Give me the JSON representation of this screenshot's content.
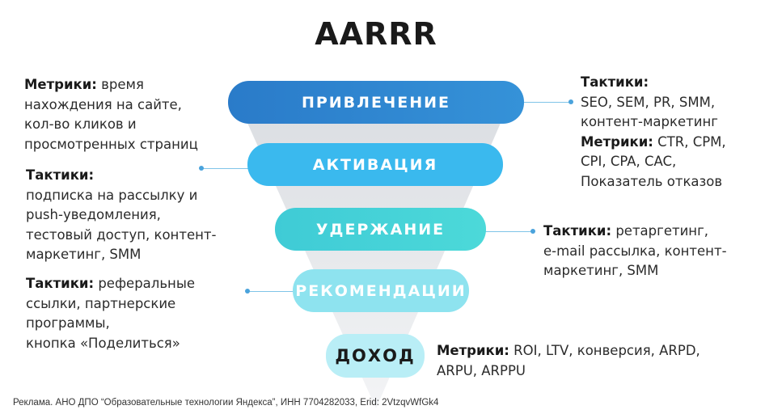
{
  "title": "AARRR",
  "stages": [
    {
      "label": "ПРИВЛЕЧЕНИЕ",
      "color": "#2f86d2"
    },
    {
      "label": "АКТИВАЦИЯ",
      "color": "#3ab9ee"
    },
    {
      "label": "УДЕРЖАНИЕ",
      "color": "#44d3d8"
    },
    {
      "label": "РЕКОМЕНДАЦИИ",
      "color": "#8ee3ef"
    },
    {
      "label": "ДОХОД",
      "color": "#b9eef6"
    }
  ],
  "notes": {
    "acquisition_metrics": {
      "key": "Метрики:",
      "text": " время\nнахождения на сайте,\nкол-во кликов и\nпросмотренных страниц"
    },
    "acquisition_tactics": {
      "key": "Тактики:",
      "text": "\nSEO, SEM, PR, SMM,\nконтент-маркетинг",
      "key2": "Метрики:",
      "text2": " CTR, CPM,\nCPI, CPA, CAC,\nПоказатель отказов"
    },
    "activation_tactics": {
      "key": "Тактики:",
      "text": "\nподписка на рассылку и\npush-уведомления,\nтестовый доступ, контент-\nмаркетинг, SMM"
    },
    "retention_tactics": {
      "key": "Тактики:",
      "text": " ретаргетинг,\ne-mail рассылка, контент-\nмаркетинг, SMM"
    },
    "referral_tactics": {
      "key": "Тактики:",
      "text": " реферальные\nссылки, партнерские\nпрограммы,\nкнопка «Поделиться»"
    },
    "revenue_metrics": {
      "key": "Метрики:",
      "text": " ROI, LTV, конверсия, ARPD,\nARPU, ARPPU"
    }
  },
  "footer": "Реклама. АНО ДПО “Образовательные технологии Яндекса”, ИНН 7704282033, Erid: 2VtzqvWfGk4"
}
